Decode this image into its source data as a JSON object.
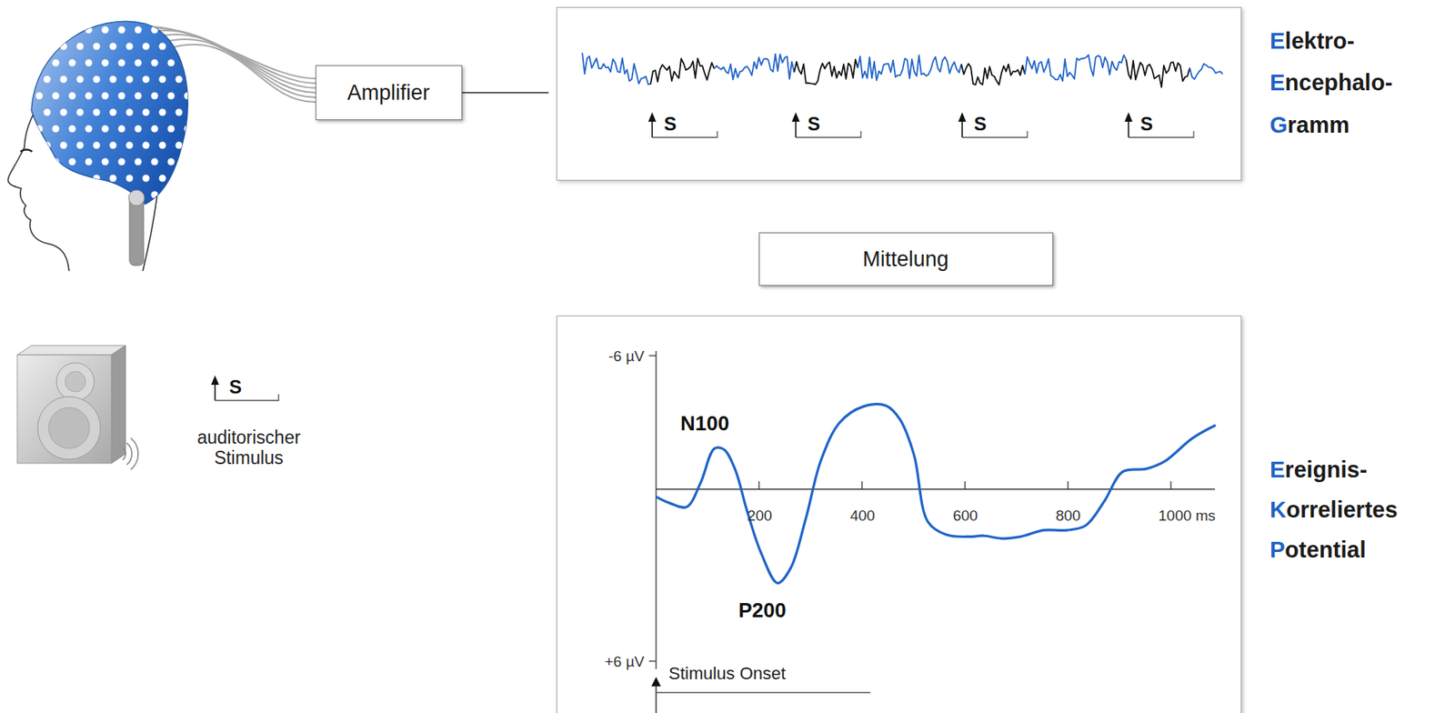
{
  "diagram": {
    "nodes": [
      {
        "text": [
          "Amplifier"
        ]
      },
      {
        "text": [
          "S",
          "S",
          "S",
          "S"
        ]
      },
      {
        "text": [
          "Mittelung"
        ]
      },
      {
        "text": [
          "-6 µV",
          "+6 µV",
          "N100",
          "P200",
          "200",
          "400",
          "600",
          "800",
          "1000 ms",
          "Stimulus Onset"
        ]
      }
    ],
    "edges": [
      {
        "from": 0,
        "to": 1,
        "arrow": "to"
      },
      {
        "from": 1,
        "to": 2,
        "arrow": "to"
      },
      {
        "from": 2,
        "to": 3,
        "arrow": "to"
      }
    ],
    "labels": [
      "S",
      "auditorischer Stimulus",
      "Elektro-",
      "Encephalo-",
      "Gramm",
      "Ereignis-",
      "Korreliertes",
      "Potential"
    ]
  }
}
